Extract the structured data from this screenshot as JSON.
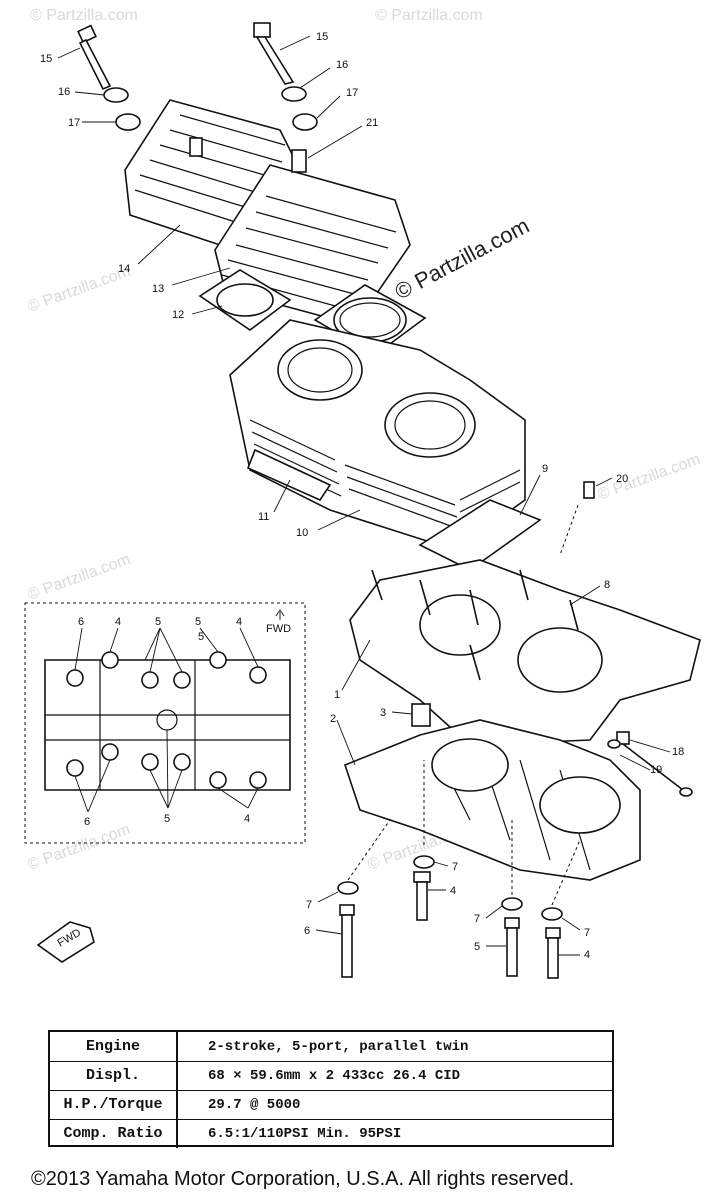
{
  "watermarks": {
    "brand": "© Partzilla.com",
    "center_brand": "© Partzilla.com"
  },
  "callouts": {
    "c15a": "15",
    "c16a": "16",
    "c17a": "17",
    "c15b": "15",
    "c16b": "16",
    "c17b": "17",
    "c21": "21",
    "c14": "14",
    "c13": "13",
    "c12": "12",
    "c11": "11",
    "c10": "10",
    "c9": "9",
    "c20": "20",
    "c8": "8",
    "c1": "1",
    "c2": "2",
    "c3": "3",
    "c18": "18",
    "c19": "19",
    "c7a": "7",
    "c4": "4",
    "c7b": "7",
    "c6": "6",
    "c7c": "7",
    "c5": "5",
    "c7d": "7",
    "c4b": "4"
  },
  "inset": {
    "fwd": "FWD",
    "top_labels": [
      "6",
      "4",
      "5",
      "5",
      "5",
      "4"
    ],
    "bottom_labels": [
      "6",
      "5",
      "4"
    ]
  },
  "fwd_arrow": "FWD",
  "spec_table": {
    "rows": [
      {
        "label": "Engine",
        "value": "2-stroke, 5-port, parallel twin"
      },
      {
        "label": "Displ.",
        "value": "68 × 59.6mm x 2      433cc      26.4 CID"
      },
      {
        "label": "H.P./Torque",
        "value": "29.7 @ 5000"
      },
      {
        "label": "Comp. Ratio",
        "value": "6.5:1/110PSI     Min. 95PSI"
      }
    ]
  },
  "copyright": "©2013  Yamaha Motor Corporation, U.S.A. All rights reserved."
}
